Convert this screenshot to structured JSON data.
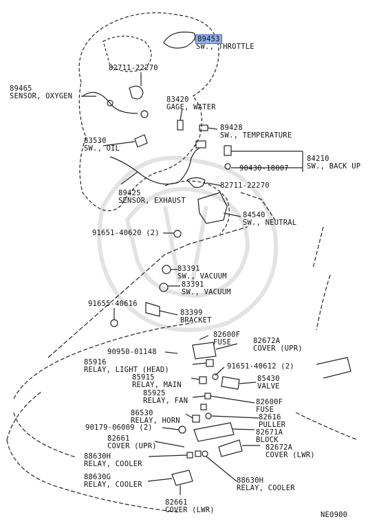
{
  "parts": [
    {
      "id": "p89453",
      "number": "89453",
      "name": "SW., THROTTLE",
      "highlighted": true
    },
    {
      "id": "p82711a",
      "number": "82711-22270",
      "name": ""
    },
    {
      "id": "p89465",
      "number": "89465",
      "name": "SENSOR, OXYGEN"
    },
    {
      "id": "p83420",
      "number": "83420",
      "name": "GAGE, WATER"
    },
    {
      "id": "p89428",
      "number": "89428",
      "name": "SW., TEMPERATURE"
    },
    {
      "id": "p83530",
      "number": "83530",
      "name": "SW., OIL"
    },
    {
      "id": "p84210",
      "number": "84210",
      "name": "SW., BACK UP"
    },
    {
      "id": "p90430",
      "number": "90430-18007",
      "name": ""
    },
    {
      "id": "p82711b",
      "number": "82711-22270",
      "name": ""
    },
    {
      "id": "p89425",
      "number": "89425",
      "name": "SENSOR, EXHAUST"
    },
    {
      "id": "p84540",
      "number": "84540",
      "name": "SW., NEUTRAL"
    },
    {
      "id": "p91651a",
      "number": "91651-40620 (2)",
      "name": ""
    },
    {
      "id": "p83391a",
      "number": "83391",
      "name": "SW., VACUUM"
    },
    {
      "id": "p83391b",
      "number": "83391",
      "name": "SW., VACUUM"
    },
    {
      "id": "p91655",
      "number": "91655-40616",
      "name": ""
    },
    {
      "id": "p83399",
      "number": "83399",
      "name": "BRACKET"
    },
    {
      "id": "p82600a",
      "number": "82600F",
      "name": "FUSE"
    },
    {
      "id": "p82672a",
      "number": "82672A",
      "name": "COVER (UPR)"
    },
    {
      "id": "p90950",
      "number": "90950-01148",
      "name": ""
    },
    {
      "id": "p85916",
      "number": "85916",
      "name": "RELAY, LIGHT (HEAD)"
    },
    {
      "id": "p91651b",
      "number": "91651-40612 (2)",
      "name": ""
    },
    {
      "id": "p85915",
      "number": "85915",
      "name": "RELAY, MAIN"
    },
    {
      "id": "p85430",
      "number": "85430",
      "name": "VALVE"
    },
    {
      "id": "p85925",
      "number": "85925",
      "name": "RELAY, FAN"
    },
    {
      "id": "p82600b",
      "number": "82600F",
      "name": "FUSE"
    },
    {
      "id": "p86530",
      "number": "86530",
      "name": "RELAY, HORN"
    },
    {
      "id": "p82616",
      "number": "82616",
      "name": "PULLER"
    },
    {
      "id": "p90179",
      "number": "90179-06009 (2)",
      "name": ""
    },
    {
      "id": "p82671",
      "number": "82671A",
      "name": "BLOCK"
    },
    {
      "id": "p82661a",
      "number": "82661",
      "name": "COVER (UPR)"
    },
    {
      "id": "p82672b",
      "number": "82672A",
      "name": "COVER (LWR)"
    },
    {
      "id": "p88630a",
      "number": "88630H",
      "name": "RELAY, COOLER"
    },
    {
      "id": "p88630g",
      "number": "88630G",
      "name": "RELAY, COOLER"
    },
    {
      "id": "p88630b",
      "number": "88630H",
      "name": "RELAY, COOLER"
    },
    {
      "id": "p82661b",
      "number": "82661",
      "name": "COVER (LWR)"
    }
  ],
  "diagram_code": "NE0900",
  "colors": {
    "line": "#222222",
    "highlight": "#8fb0e8",
    "watermark": "#e6e6e6"
  }
}
